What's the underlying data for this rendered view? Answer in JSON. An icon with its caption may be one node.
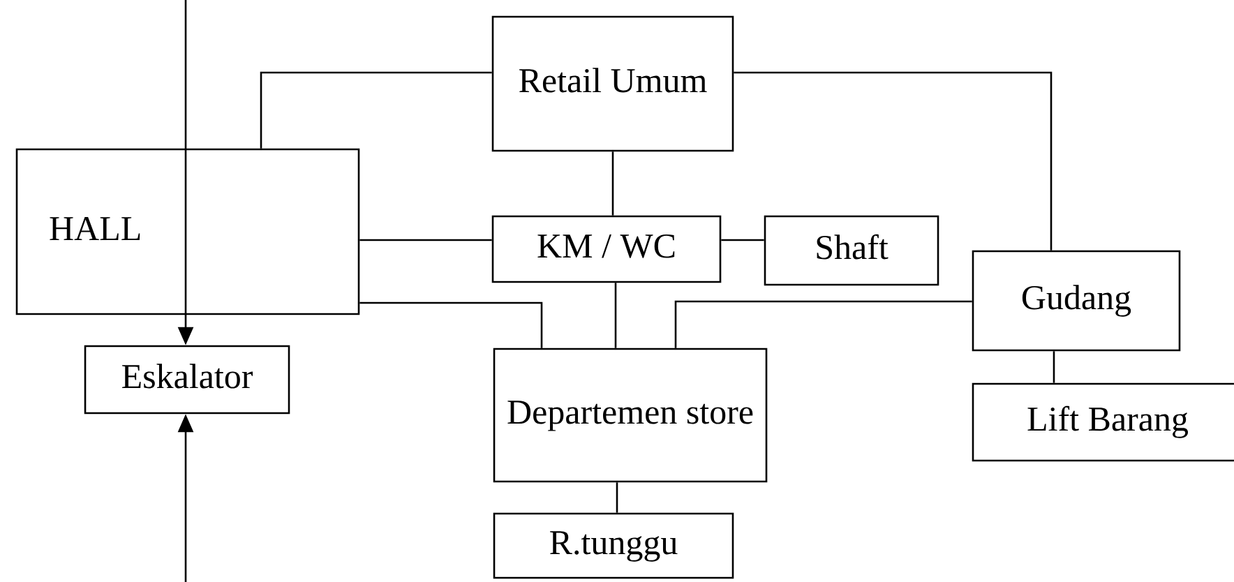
{
  "diagram": {
    "nodes": [
      {
        "text": [
          "Retail Umum"
        ]
      },
      {
        "text": [
          "HALL"
        ]
      },
      {
        "text": [
          "KM / WC"
        ]
      },
      {
        "text": [
          "Shaft"
        ]
      },
      {
        "text": [
          "Gudang"
        ]
      },
      {
        "text": [
          "Eskalator"
        ]
      },
      {
        "text": [
          "Departemen store"
        ]
      },
      {
        "text": [
          "Lift Barang"
        ]
      },
      {
        "text": [
          "R.tunggu"
        ]
      }
    ],
    "edges": [
      {
        "from": 1,
        "to": 0,
        "arrow": "none"
      },
      {
        "from": 0,
        "to": 4,
        "arrow": "none"
      },
      {
        "from": 0,
        "to": 2,
        "arrow": "none"
      },
      {
        "from": 1,
        "to": 2,
        "arrow": "none"
      },
      {
        "from": 2,
        "to": 3,
        "arrow": "none"
      },
      {
        "from": 2,
        "to": 6,
        "arrow": "none"
      },
      {
        "from": 1,
        "to": 6,
        "arrow": "none"
      },
      {
        "from": 6,
        "to": 4,
        "arrow": "none"
      },
      {
        "from": 4,
        "to": 7,
        "arrow": "none"
      },
      {
        "from": 6,
        "to": 8,
        "arrow": "none"
      },
      {
        "from": null,
        "to": 5,
        "arrow": "to"
      },
      {
        "from": null,
        "to": 5,
        "arrow": "to"
      }
    ]
  }
}
